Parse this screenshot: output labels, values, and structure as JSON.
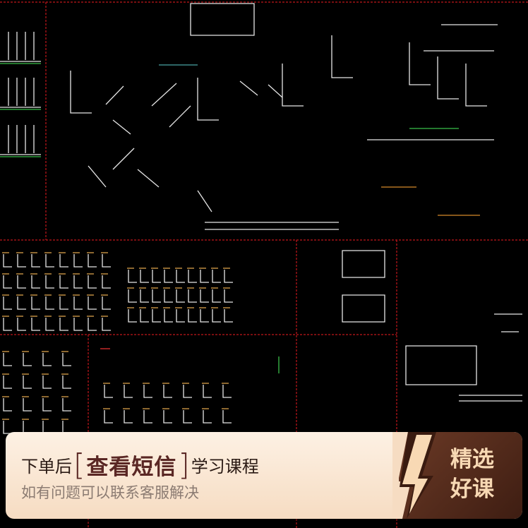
{
  "banner": {
    "prefix": "下单后",
    "bracket_open": "[",
    "highlight": "查看短信",
    "bracket_close": "]",
    "suffix": "学习课程",
    "subtitle": "如有问题可以联系客服解决",
    "badge_line1": "精选",
    "badge_line2": "好课"
  },
  "colors": {
    "background": "#000000",
    "panel_border": "#c0161a",
    "cad_line": "#e6e6e6",
    "accent_text": "#5a2724",
    "badge_bg": "#4e2618",
    "badge_text": "#f8d9b4"
  }
}
